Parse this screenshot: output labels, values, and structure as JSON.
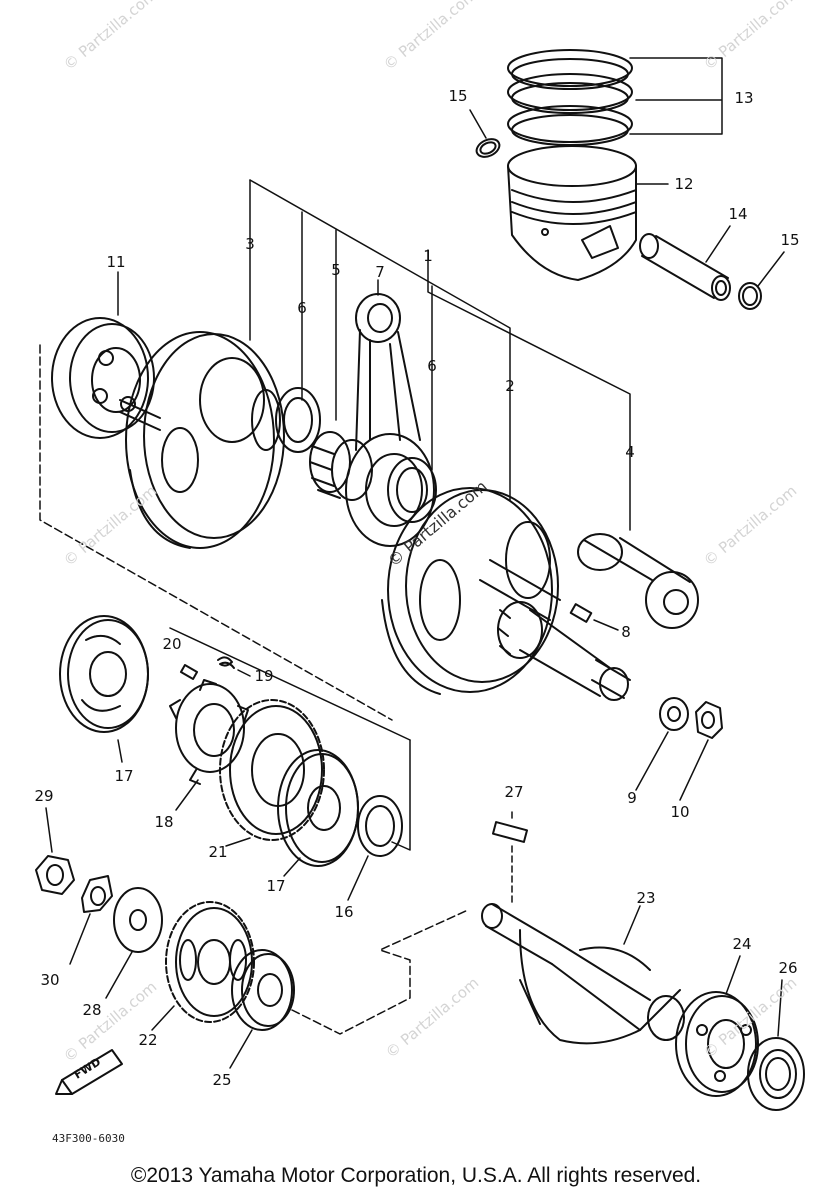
{
  "diagram": {
    "watermark_text": "© Partzilla.com",
    "drawing_code": "43F300-6030",
    "fwd_label": "FWD",
    "copyright": "©2013 Yamaha Motor Corporation, U.S.A. All rights reserved."
  },
  "part_labels": {
    "p1": "1",
    "p2": "2",
    "p3": "3",
    "p4": "4",
    "p5": "5",
    "p6a": "6",
    "p6b": "6",
    "p7": "7",
    "p8": "8",
    "p9": "9",
    "p10": "10",
    "p11": "11",
    "p12": "12",
    "p13": "13",
    "p14": "14",
    "p15a": "15",
    "p15b": "15",
    "p16": "16",
    "p17a": "17",
    "p17b": "17",
    "p18": "18",
    "p19": "19",
    "p20": "20",
    "p21": "21",
    "p22": "22",
    "p23": "23",
    "p24": "24",
    "p25": "25",
    "p26": "26",
    "p27": "27",
    "p28": "28",
    "p29": "29",
    "p30": "30"
  }
}
